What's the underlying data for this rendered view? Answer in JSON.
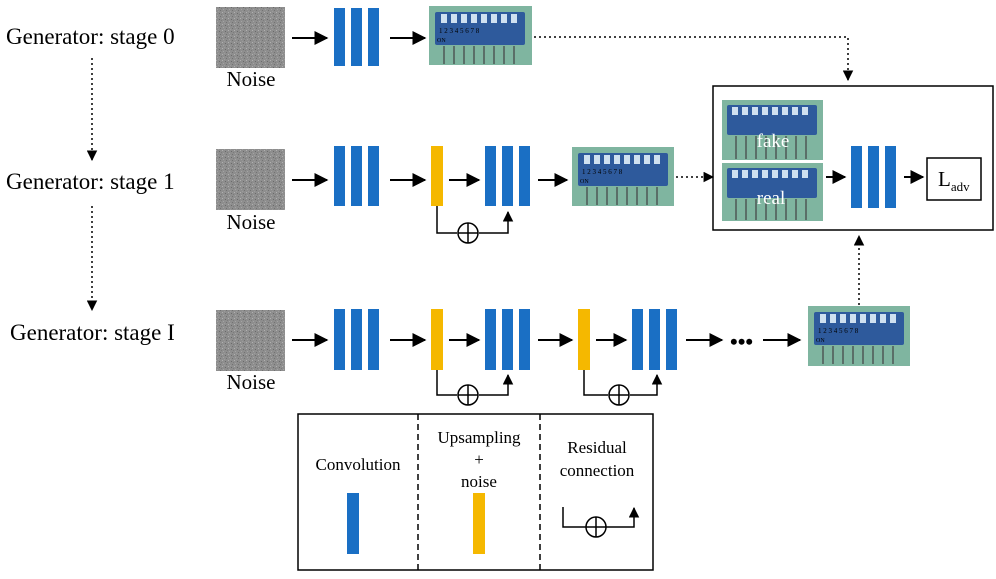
{
  "stages": [
    {
      "label": "Generator: stage 0",
      "noise_label": "Noise"
    },
    {
      "label": "Generator: stage 1",
      "noise_label": "Noise"
    },
    {
      "label": "Generator: stage I",
      "noise_label": "Noise"
    }
  ],
  "chip": {
    "numbers": "1 2 3 4 5 6 7 8",
    "on_text": "ON"
  },
  "discriminator": {
    "fake_label": "fake",
    "real_label": "real",
    "loss_main": "L",
    "loss_sub": "adv"
  },
  "ellipsis": "•••",
  "legend": {
    "convolution": "Convolution",
    "upsampling_line1": "Upsampling",
    "upsampling_line2": "+",
    "upsampling_line3": "noise",
    "residual_line1": "Residual",
    "residual_line2": "connection"
  },
  "colors": {
    "convolution": "#1a6fc4",
    "upsampling": "#f5b800",
    "noise": "#8c8c8c",
    "chip_bg": "#7fb5a0",
    "chip_body": "#2e5a9c"
  },
  "icons": {
    "sum": "circle-plus-icon"
  }
}
